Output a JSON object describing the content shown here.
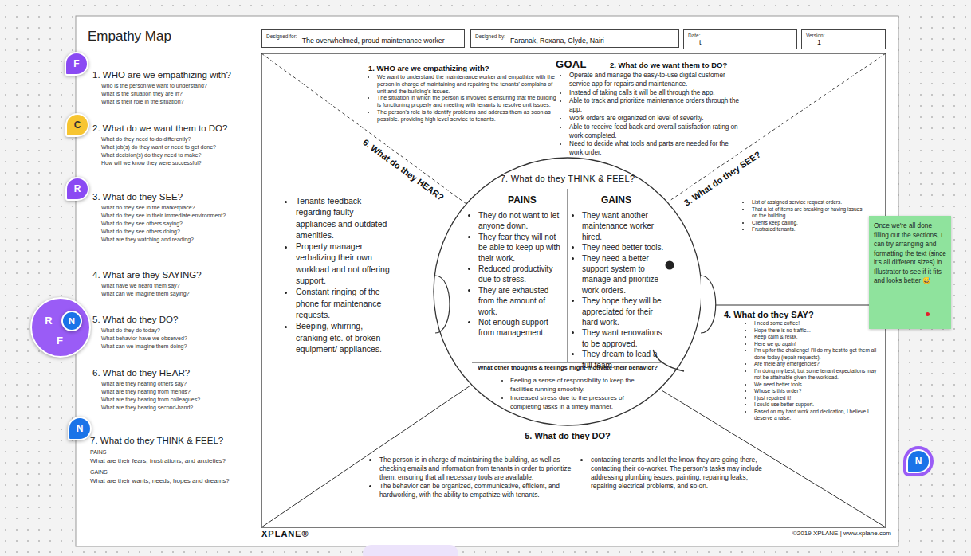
{
  "diagram": {
    "title": "Empathy Map",
    "nodes": [
      {
        "text": [
          "Designed for:",
          "The overwhelmed, proud maintenance worker"
        ]
      },
      {
        "text": [
          "Designed by:",
          "Faranak, Roxana, Clyde, Nairi"
        ]
      },
      {
        "text": [
          "Date:",
          "t"
        ]
      },
      {
        "text": [
          "Version:",
          "1"
        ]
      },
      {
        "text": [
          "7. What do they THINK & FEEL?",
          "PAINS",
          "They do not want to let anyone down.",
          "They fear they will not be able to keep up with their work.",
          "Reduced productivity due to stress.",
          "They are exhausted from the amount of work.",
          "Not enough support from management.",
          "GAINS",
          "They want another maintenance worker hired.",
          "They need better tools.",
          "They need a better support system to manage and prioritize work orders.",
          "They hope they will be appreciated for their hard work.",
          "They want renovations to be approved.",
          "They dream to lead a full team.",
          "What other thoughts & feelings might motivate their behavior?",
          "Feeling a sense of responsibility to keep the facilities running smoothly.",
          "Increased stress due to the pressures of completing tasks in a timely manner."
        ]
      },
      {
        "text": [
          "Once we're all done filling out the sections, I can try arranging and formatting the text (since it's all different sizes) in Illustrator to see if it fits and looks better 😅"
        ]
      },
      {
        "text": [
          "F"
        ]
      },
      {
        "text": [
          "C"
        ]
      },
      {
        "text": [
          "R"
        ]
      },
      {
        "text": [
          "R",
          "F"
        ]
      },
      {
        "text": [
          "N"
        ],
        "in": 9
      },
      {
        "text": [
          "N"
        ]
      },
      {
        "text": [
          "N"
        ]
      }
    ],
    "labels": [
      "1. WHO are we empathizing with?",
      "Who is the person we want to understand?",
      "What is the situation they are in?",
      "What is their role in the situation?",
      "2. What do we want them to DO?",
      "What do they need to do differently?",
      "What job(s) do they want or need to get done?",
      "What decision(s) do they need to make?",
      "How will we know they were successful?",
      "3. What do they SEE?",
      "What do they see in the marketplace?",
      "What do they see in their immediate environment?",
      "What do they see others saying?",
      "What do they see others doing?",
      "What are they watching and reading?",
      "4. What are they SAYING?",
      "What have we heard them say?",
      "What can we imagine them saying?",
      "5. What do they DO?",
      "What do they do today?",
      "What behavior have we observed?",
      "What can we imagine them doing?",
      "6. What do they HEAR?",
      "What are they hearing others say?",
      "What are they hearing from friends?",
      "What are they hearing from colleagues?",
      "What are they hearing second-hand?",
      "7. What do they THINK & FEEL?",
      "PAINS",
      "What are their fears, frustrations, and anxieties?",
      "GAINS",
      "What are their wants, needs, hopes and dreams?",
      "1. WHO are we empathizing with?",
      "We want to understand the maintenance worker and empathize with the person in charge of maintaining and repairing the tenants' complains of unit and the building's issues.",
      "The situation in which the person is involved is ensuring that the building is functioning properly and meeting with tenants to resolve unit issues.",
      "The person's role is to identify problems and address them as soon as possible. providing high level service to tenants.",
      "GOAL",
      "2. What do we want them to DO?",
      "Operate and manage the easy-to-use digital customer service app for repairs and maintenance.",
      "Instead of taking calls it will be all through the app.",
      "Able to track and prioritize maintenance orders through the app.",
      "Work orders are organized on level of severity.",
      "Able to receive feed back and overall satisfaction rating on work completed.",
      "Need to decide what tools and parts are needed for the work order.",
      "6. What do they HEAR?",
      "3. What do they SEE?",
      "List of assigned service request orders.",
      "That a lot of items are breaking or having issues on the building.",
      "Clients keep calling.",
      "Frustrated tenants.",
      "Tenants feedback regarding faulty appliances and outdated amenities.",
      "Property manager verbalizing their own workload and not offering support.",
      "Constant ringing of the phone for maintenance requests.",
      "Beeping, whirring, cranking etc. of broken equipment/ appliances.",
      "4. What do they SAY?",
      "I need some coffee!",
      "Hope there is no traffic...",
      "Keep calm & relax.",
      "Here we go again!",
      "I'm up for the challenge! I'll do my best to get them all done today (repair requests).",
      "Are there any emergencies?",
      "I'm doing my best, but some tenant expectations may not be attainable given the workload.",
      "We need better tools...",
      "Whose is this order?",
      "I just repaired it!",
      "I could use better support.",
      "Based on my hard work and dedication, I believe I deserve a raise.",
      "5. What do they DO?",
      "The person is in charge of maintaining the building, as well as checking emails and information from tenants in order to prioritize them. ensuring that all necessary tools are available.",
      "The behavior can be organized, communicative, efficient, and hardworking, with the ability to empathize with tenants.",
      "contacting tenants and let the know they are going there, contacting their co-worker. The person's tasks may include addressing plumbing issues, painting, repairing leaks, repairing electrical problems, and so on.",
      "XPLANE®",
      "©2019 XPLANE | www.xplane.com"
    ]
  }
}
